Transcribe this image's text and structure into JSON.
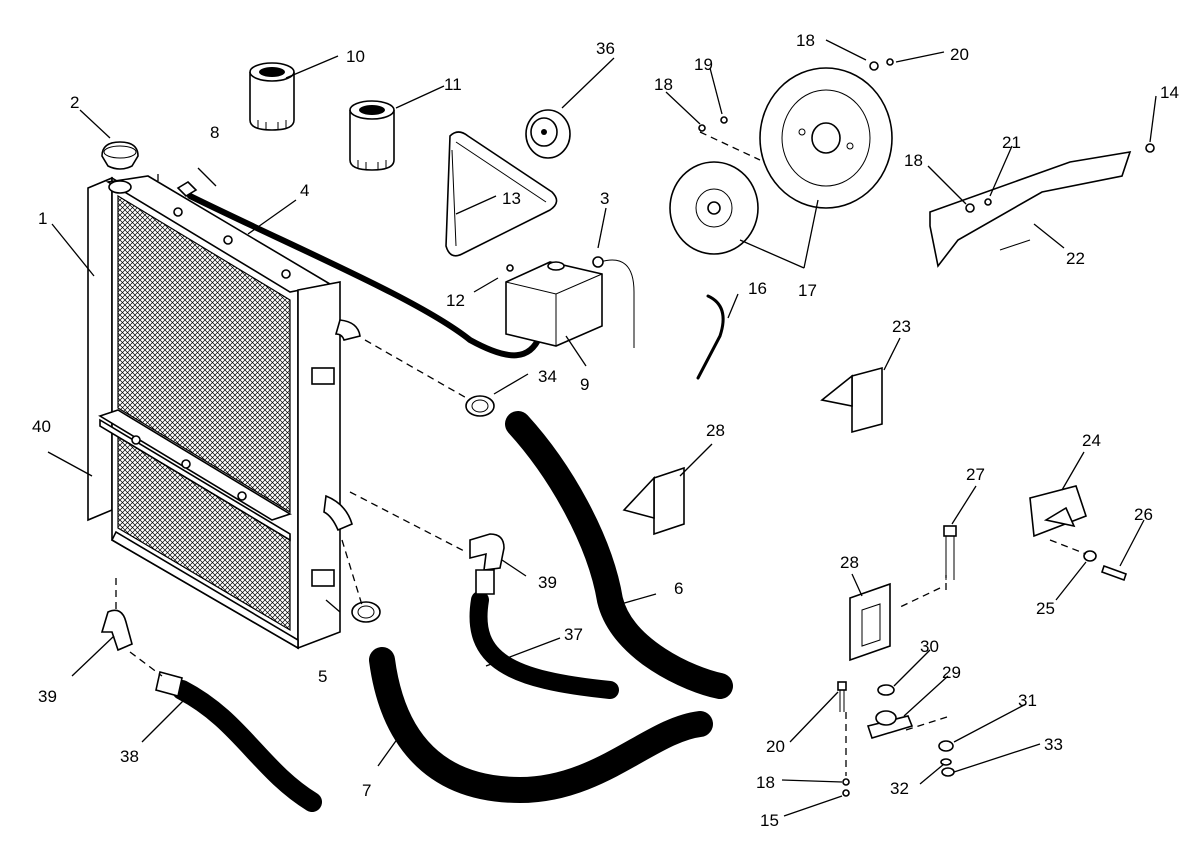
{
  "callouts": [
    {
      "id": "1",
      "text": "1"
    },
    {
      "id": "2",
      "text": "2"
    },
    {
      "id": "3",
      "text": "3"
    },
    {
      "id": "4",
      "text": "4"
    },
    {
      "id": "5",
      "text": "5"
    },
    {
      "id": "6",
      "text": "6"
    },
    {
      "id": "7",
      "text": "7"
    },
    {
      "id": "8",
      "text": "8"
    },
    {
      "id": "9",
      "text": "9"
    },
    {
      "id": "10",
      "text": "10"
    },
    {
      "id": "11",
      "text": "11"
    },
    {
      "id": "12",
      "text": "12"
    },
    {
      "id": "13",
      "text": "13"
    },
    {
      "id": "14",
      "text": "14"
    },
    {
      "id": "15",
      "text": "15"
    },
    {
      "id": "16",
      "text": "16"
    },
    {
      "id": "17",
      "text": "17"
    },
    {
      "id": "18a",
      "text": "18"
    },
    {
      "id": "18b",
      "text": "18"
    },
    {
      "id": "18c",
      "text": "18"
    },
    {
      "id": "18d",
      "text": "18"
    },
    {
      "id": "19",
      "text": "19"
    },
    {
      "id": "20a",
      "text": "20"
    },
    {
      "id": "20b",
      "text": "20"
    },
    {
      "id": "21",
      "text": "21"
    },
    {
      "id": "22",
      "text": "22"
    },
    {
      "id": "23",
      "text": "23"
    },
    {
      "id": "24",
      "text": "24"
    },
    {
      "id": "25",
      "text": "25"
    },
    {
      "id": "26",
      "text": "26"
    },
    {
      "id": "27",
      "text": "27"
    },
    {
      "id": "28a",
      "text": "28"
    },
    {
      "id": "28b",
      "text": "28"
    },
    {
      "id": "29",
      "text": "29"
    },
    {
      "id": "30",
      "text": "30"
    },
    {
      "id": "31",
      "text": "31"
    },
    {
      "id": "32",
      "text": "32"
    },
    {
      "id": "33",
      "text": "33"
    },
    {
      "id": "34",
      "text": "34"
    },
    {
      "id": "36",
      "text": "36"
    },
    {
      "id": "37",
      "text": "37"
    },
    {
      "id": "38",
      "text": "38"
    },
    {
      "id": "39a",
      "text": "39"
    },
    {
      "id": "39b",
      "text": "39"
    },
    {
      "id": "40",
      "text": "40"
    }
  ]
}
